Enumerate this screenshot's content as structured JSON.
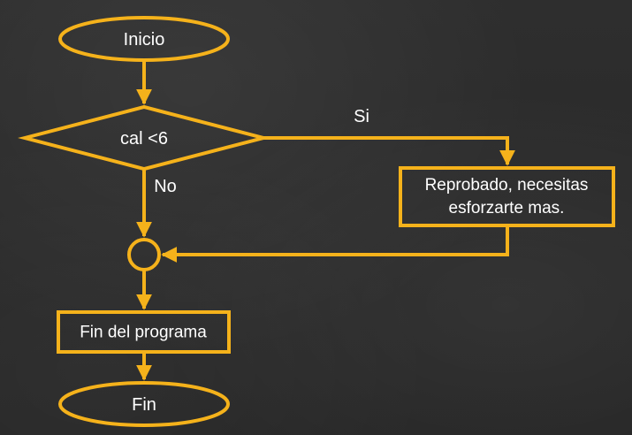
{
  "colors": {
    "stroke": "#f5b21b",
    "text": "#ffffff",
    "background": "#2a2a2a"
  },
  "nodes": {
    "start": {
      "label": "Inicio"
    },
    "decision": {
      "label": "cal <6"
    },
    "process_fail": {
      "line1": "Reprobado, necesitas",
      "line2": "esforzarte mas."
    },
    "end_process": {
      "label": "Fin del programa"
    },
    "end": {
      "label": "Fin"
    }
  },
  "edges": {
    "yes_label": "Si",
    "no_label": "No"
  }
}
